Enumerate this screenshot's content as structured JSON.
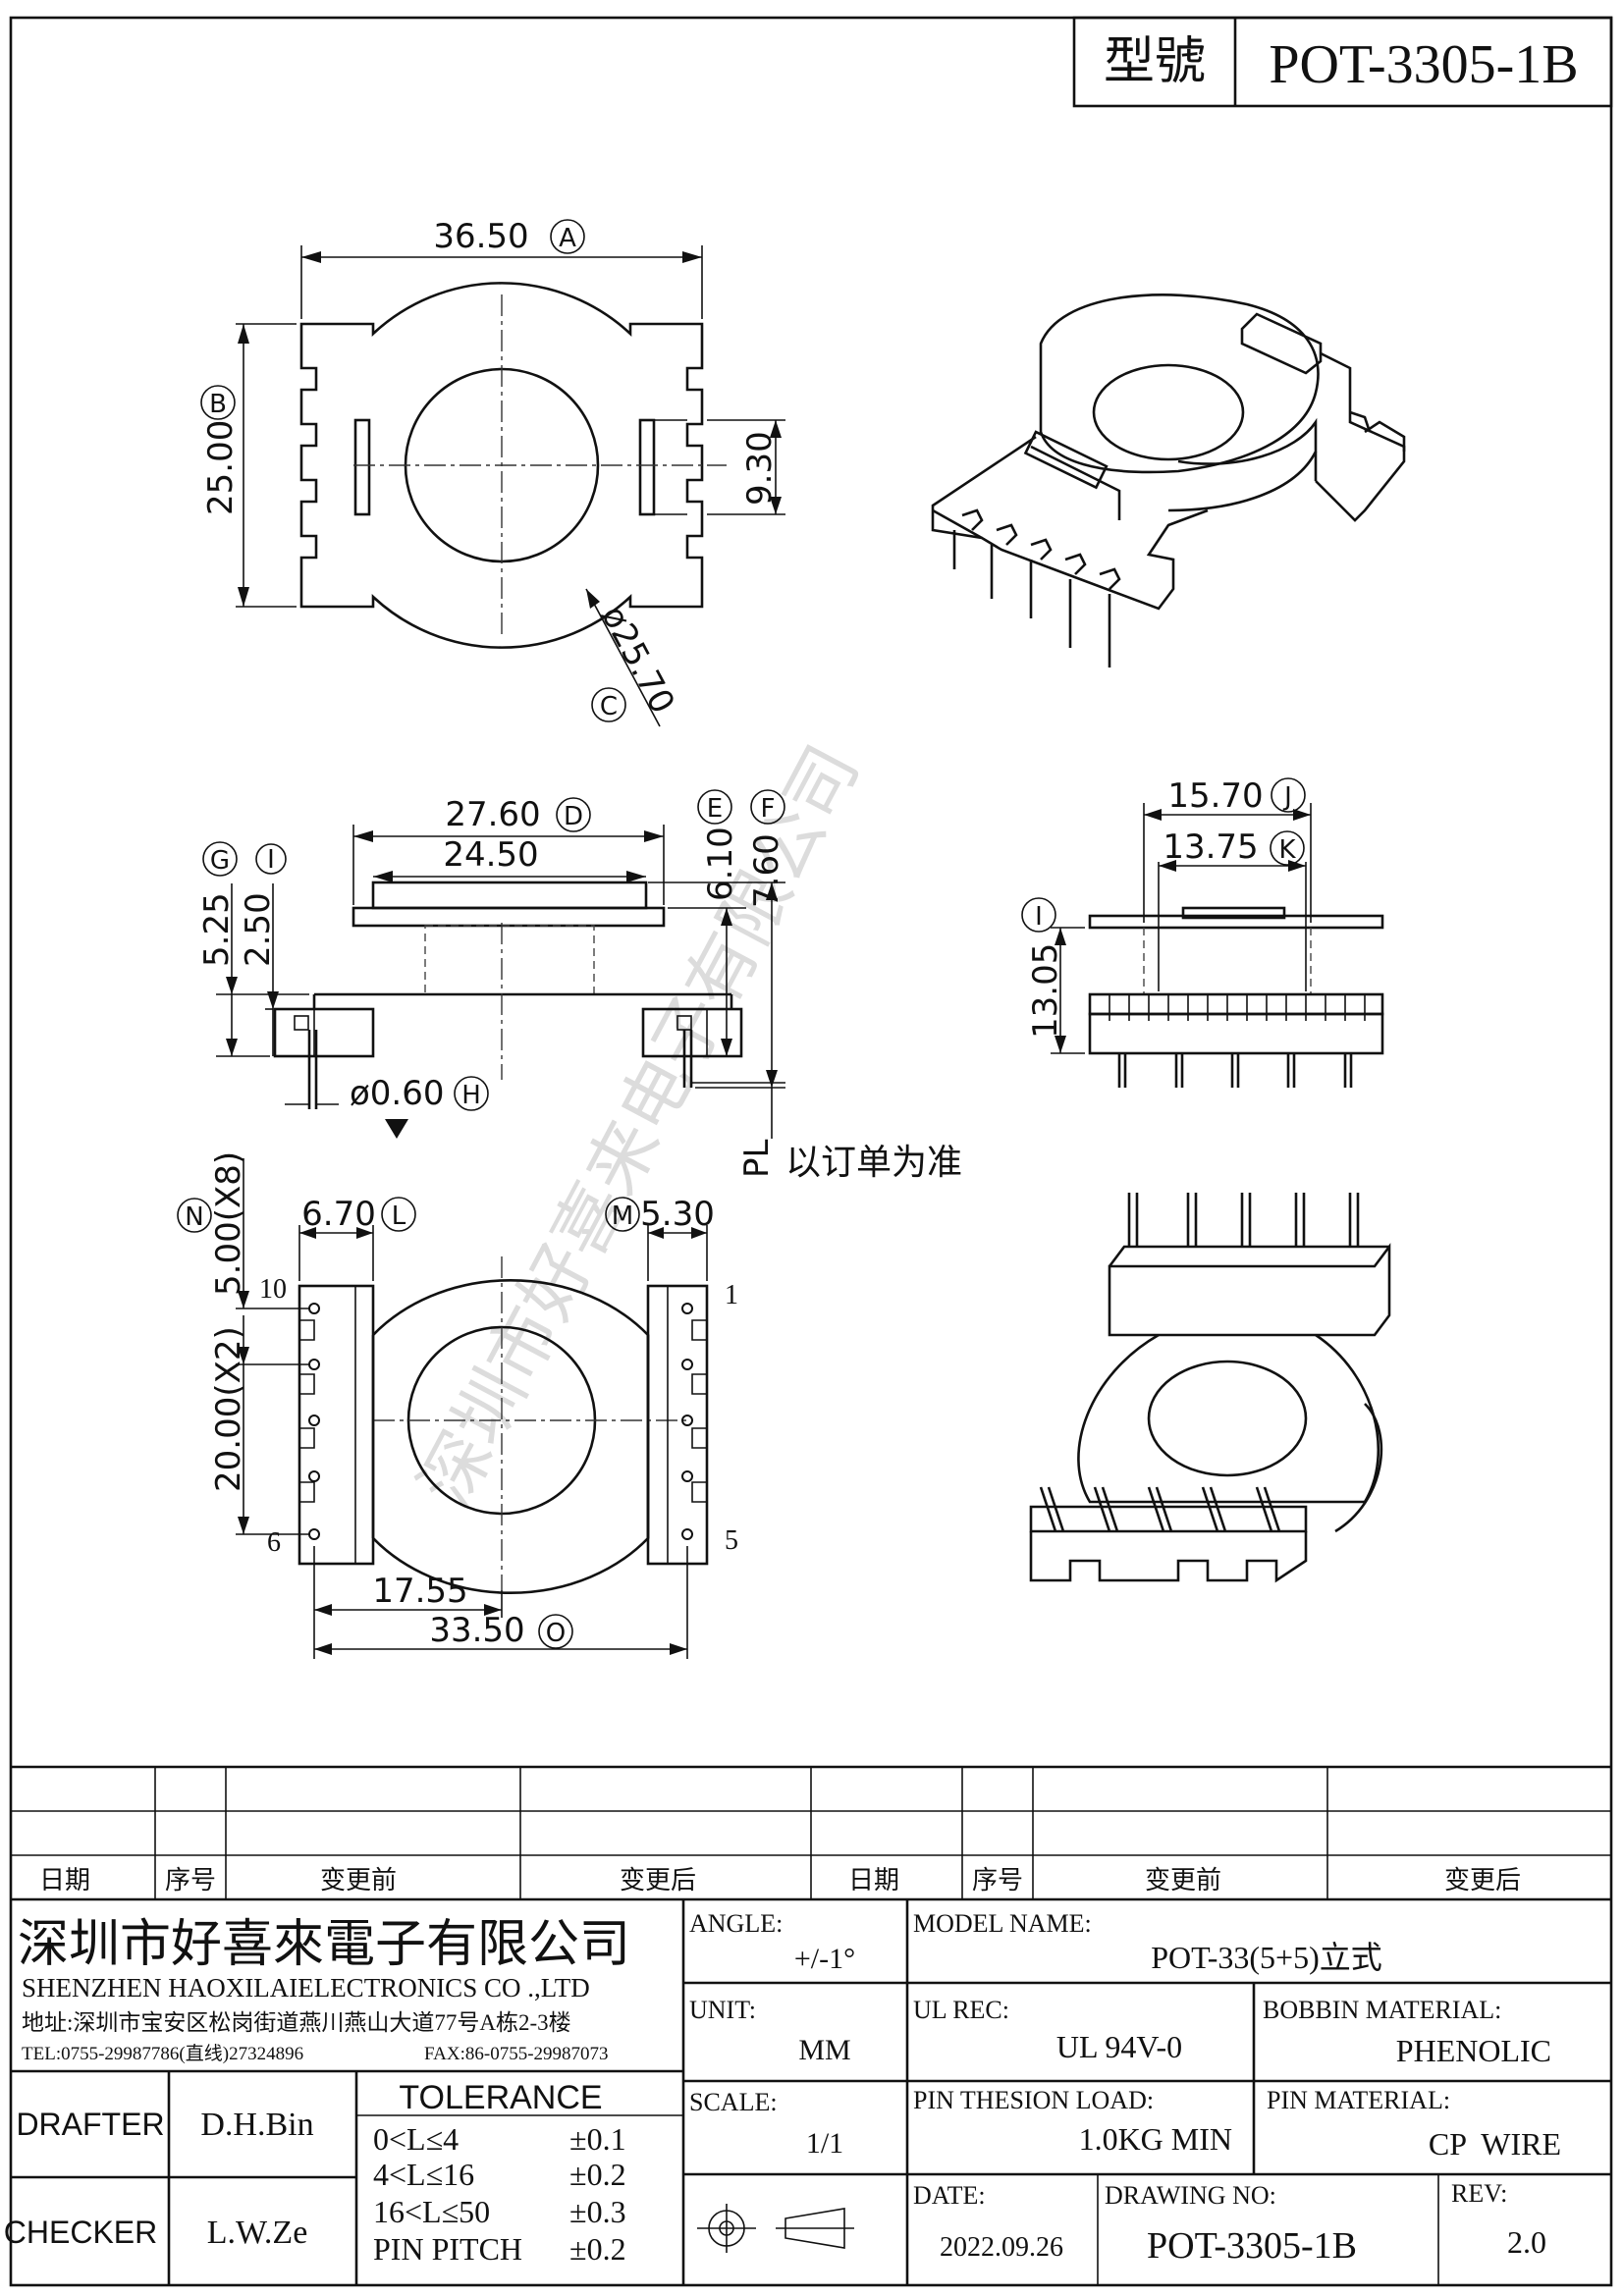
{
  "header": {
    "model_label": "型號",
    "model_value": "POT-3305-1B"
  },
  "watermark": "深圳市好喜来电子有限公司",
  "top_view": {
    "width": "36.50",
    "width_tag": "A",
    "height": "25.00",
    "height_tag": "B",
    "slot": "9.30",
    "diameter": "ø25.70",
    "diameter_tag": "C"
  },
  "front_view": {
    "flange_width": "27.60",
    "flange_tag": "D",
    "inner_width": "24.50",
    "h1": "6.10",
    "h1_tag": "E",
    "h2": "7.60",
    "h2_tag": "F",
    "base_h1": "5.25",
    "base_h1_tag": "G",
    "base_h2": "2.50",
    "base_h2_tag": "I",
    "pin_dia": "ø0.60",
    "pin_dia_tag": "H",
    "pl_label": "PL",
    "pl_note": "以订单为准"
  },
  "side_view": {
    "w1": "15.70",
    "w1_tag": "J",
    "w2": "13.75",
    "w2_tag": "K",
    "height": "13.05",
    "height_tag": "I"
  },
  "bottom_view": {
    "pitch": "5.00(X8)",
    "pitch_tag": "N",
    "left_w": "6.70",
    "left_w_tag": "L",
    "right_w": "5.30",
    "right_w_tag": "M",
    "span": "20.00(X2)",
    "half": "17.55",
    "total": "33.50",
    "total_tag": "O",
    "pin_labels": [
      "10",
      "1",
      "6",
      "5"
    ]
  },
  "revision_table": {
    "headers": [
      "日期",
      "序号",
      "变更前",
      "变更后",
      "日期",
      "序号",
      "变更前",
      "变更后"
    ]
  },
  "title_block": {
    "company_cn": "深圳市好喜來電子有限公司",
    "company_en": "SHENZHEN HAOXILAIELECTRONICS CO .,LTD",
    "address": "地址:深圳市宝安区松岗街道燕川燕山大道77号A栋2-3楼",
    "tel": "TEL:0755-29987786(直线)27324896",
    "fax": "FAX:86-0755-29987073",
    "angle_label": "ANGLE:",
    "angle_value": "+/-1°",
    "model_name_label": "MODEL NAME:",
    "model_name_value": "POT-33(5+5)立式",
    "unit_label": "UNIT:",
    "unit_value": "MM",
    "ul_label": "UL REC:",
    "ul_value": "UL 94V-0",
    "bobbin_label": "BOBBIN MATERIAL:",
    "bobbin_value": "PHENOLIC",
    "drafter_label": "DRAFTER",
    "drafter_value": "D.H.Bin",
    "checker_label": "CHECKER",
    "checker_value": "L.W.Ze",
    "tolerance_title": "TOLERANCE",
    "tolerance_rows": [
      {
        "range": "0<L≤4",
        "value": "±0.1"
      },
      {
        "range": "4<L≤16",
        "value": "±0.2"
      },
      {
        "range": "16<L≤50",
        "value": "±0.3"
      },
      {
        "range": "PIN PITCH",
        "value": "±0.2"
      }
    ],
    "scale_label": "SCALE:",
    "scale_value": "1/1",
    "pin_load_label": "PIN THESION LOAD:",
    "pin_load_value": "1.0KG MIN",
    "pin_material_label": "PIN MATERIAL:",
    "pin_material_value": "CP  WIRE",
    "date_label": "DATE:",
    "date_value": "2022.09.26",
    "drawing_no_label": "DRAWING NO:",
    "drawing_no_value": "POT-3305-1B",
    "rev_label": "REV:",
    "rev_value": "2.0"
  }
}
